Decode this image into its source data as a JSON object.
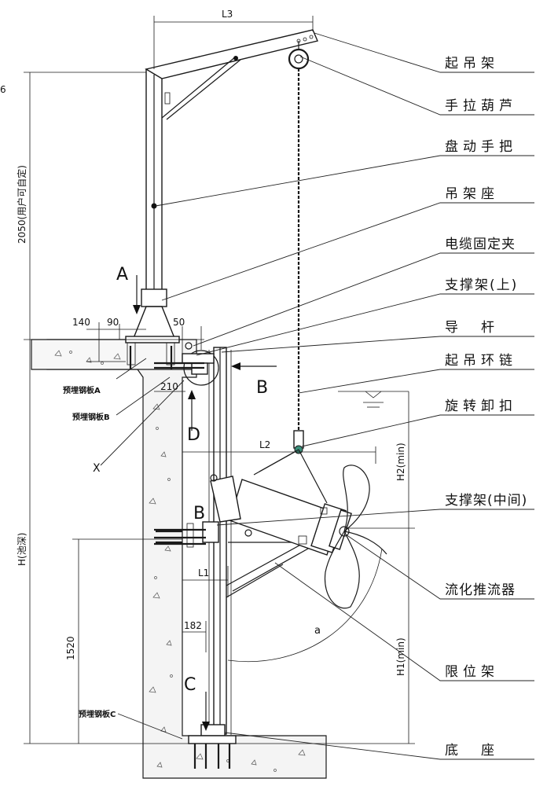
{
  "dimensions": {
    "l3": "L3",
    "l2": "L2",
    "l1": "L1",
    "h_total": "2050(用户可自定)",
    "h_pool": "H(池深)",
    "h2": "H2(min)",
    "h1": "H1(min)",
    "d140": "140",
    "d90": "90",
    "d50": "50",
    "d210": "210",
    "d1520": "1520",
    "d182": "182",
    "edge": "6"
  },
  "view_labels": {
    "a": "A",
    "b_arrow": "B",
    "b_side": "B",
    "c": "C",
    "d": "D",
    "x": "X",
    "alpha": "a"
  },
  "plates": {
    "a": "预埋钢板A",
    "b": "预埋钢板B",
    "c": "预埋钢板C"
  },
  "callouts": [
    "起吊架",
    "手拉葫芦",
    "盘动手把",
    "吊架座",
    "电缆固定夹",
    "支撑架(上)",
    "导　杆",
    "起吊环链",
    "旋转卸扣",
    "支撑架(中间)",
    "流化推流器",
    "限位架",
    "底　座"
  ]
}
